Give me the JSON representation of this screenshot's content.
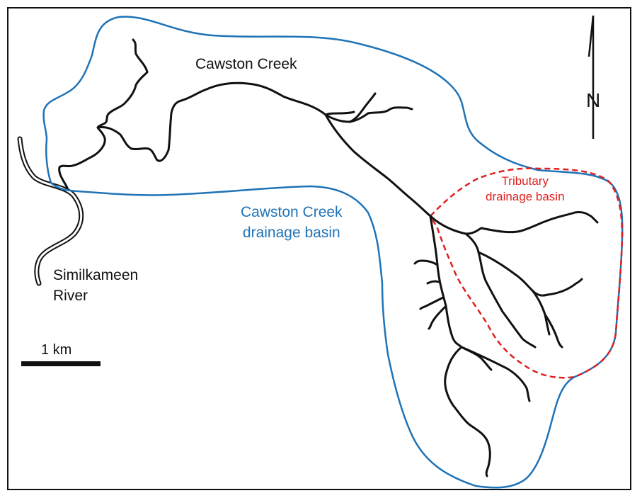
{
  "labels": {
    "creek": "Cawston Creek",
    "basin_line1": "Cawston Creek",
    "basin_line2": "drainage basin",
    "tributary_line1": "Tributary",
    "tributary_line2": "drainage basin",
    "river_line1": "Similkameen",
    "river_line2": "River",
    "scale": "1 km",
    "north": "N"
  },
  "colors": {
    "basin_outline": "#1f73b7",
    "tributary_outline": "#e02020",
    "streams": "#111111"
  }
}
